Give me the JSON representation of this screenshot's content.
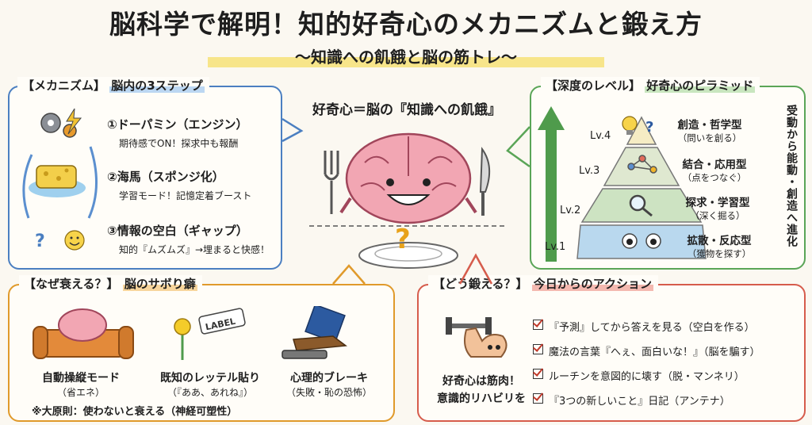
{
  "header": {
    "title": "脳科学で解明！知的好奇心のメカニズムと鍛え方",
    "subtitle": "〜知識への飢餓と脳の筋トレ〜"
  },
  "center": {
    "caption": "好奇心＝脳の『知識への飢餓』"
  },
  "mechanism": {
    "heading_tag": "【メカニズム】",
    "heading_text": "脳内の3ステップ",
    "steps": [
      {
        "title": "①ドーパミン（エンジン）",
        "desc": "期待感でON！探求中も報酬"
      },
      {
        "title": "②海馬（スポンジ化）",
        "desc": "学習モード！記憶定着ブースト"
      },
      {
        "title": "③情報の空白（ギャップ）",
        "desc": "知的『ムズムズ』→埋まると快感！"
      }
    ]
  },
  "pyramid": {
    "heading_tag": "【深度のレベル】",
    "heading_text": "好奇心のピラミッド",
    "levels": [
      {
        "level": "Lv.4",
        "title": "創造・哲学型",
        "sub": "（問いを創る）"
      },
      {
        "level": "Lv.3",
        "title": "結合・応用型",
        "sub": "（点をつなぐ）"
      },
      {
        "level": "Lv.2",
        "title": "探求・学習型",
        "sub": "（深く掘る）"
      },
      {
        "level": "Lv.1",
        "title": "拡散・反応型",
        "sub": "（獲物を探す）"
      }
    ],
    "side_label": "受動から能動・創造へ進化",
    "colors": [
      "#f5ecc4",
      "#dfe8d0",
      "#cde3c2",
      "#b9d8ee"
    ]
  },
  "decline": {
    "heading_tag": "【なぜ衰える？】",
    "heading_text": "脳のサボり癖",
    "items": [
      {
        "title": "自動操縦モード",
        "sub": "（省エネ）"
      },
      {
        "title": "既知のレッテル貼り",
        "sub": "（『ああ、あれね』）"
      },
      {
        "title": "心理的ブレーキ",
        "sub": "（失敗・恥の恐怖）"
      }
    ],
    "label_tag": "LABEL",
    "principle": "※大原則：使わないと衰える（神経可塑性）"
  },
  "training": {
    "heading_tag": "【どう鍛える？】",
    "heading_text": "今日からのアクション",
    "muscle_caption_1": "好奇心は筋肉！",
    "muscle_caption_2": "意識的リハビリを",
    "actions": [
      "『予測』してから答えを見る（空白を作る）",
      "魔法の言葉『へぇ、面白いな！』（脳を騙す）",
      "ルーチンを意図的に壊す（脱・マンネリ）",
      "『3つの新しいこと』日記（アンテナ）"
    ]
  },
  "question_mark": "?"
}
